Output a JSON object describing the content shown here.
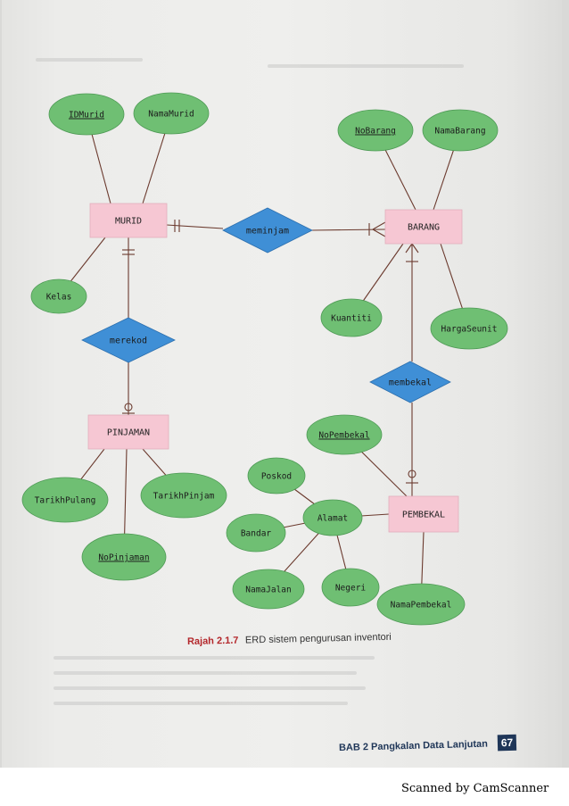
{
  "diagram": {
    "entities": [
      {
        "id": "murid",
        "label": "MURID"
      },
      {
        "id": "barang",
        "label": "BARANG"
      },
      {
        "id": "pinjaman",
        "label": "PINJAMAN"
      },
      {
        "id": "pembekal",
        "label": "PEMBEKAL"
      }
    ],
    "relationships": [
      {
        "id": "meminjam",
        "label": "meminjam"
      },
      {
        "id": "merekod",
        "label": "merekod"
      },
      {
        "id": "membekal",
        "label": "membekal"
      }
    ],
    "attributes": [
      {
        "id": "idmurid",
        "label": "IDMurid",
        "key": true
      },
      {
        "id": "namamurid",
        "label": "NamaMurid",
        "key": false
      },
      {
        "id": "kelas",
        "label": "Kelas",
        "key": false
      },
      {
        "id": "nobarang",
        "label": "NoBarang",
        "key": true
      },
      {
        "id": "namabarang",
        "label": "NamaBarang",
        "key": false
      },
      {
        "id": "kuantiti",
        "label": "Kuantiti",
        "key": false
      },
      {
        "id": "hargaseunit",
        "label": "HargaSeunit",
        "key": false
      },
      {
        "id": "tarikhpulang",
        "label": "TarikhPulang",
        "key": false
      },
      {
        "id": "tarikhpinjam",
        "label": "TarikhPinjam",
        "key": false
      },
      {
        "id": "nopinjaman",
        "label": "NoPinjaman",
        "key": true
      },
      {
        "id": "nopembekal",
        "label": "NoPembekal",
        "key": true
      },
      {
        "id": "poskod",
        "label": "Poskod",
        "key": false
      },
      {
        "id": "alamat",
        "label": "Alamat",
        "key": false
      },
      {
        "id": "bandar",
        "label": "Bandar",
        "key": false
      },
      {
        "id": "namajalan",
        "label": "NamaJalan",
        "key": false
      },
      {
        "id": "negeri",
        "label": "Negeri",
        "key": false
      },
      {
        "id": "namapembekal",
        "label": "NamaPembekal",
        "key": false
      }
    ],
    "colors": {
      "entity_fill": "#f6c7d3",
      "attribute_fill": "#6fbf73",
      "attribute_stroke": "#4e9a55",
      "relationship_fill": "#3f8fd6",
      "line": "#6b3a2e"
    }
  },
  "caption": {
    "number": "Rajah 2.1.7",
    "text": "ERD sistem pengurusan inventori"
  },
  "footer": {
    "chapter": "BAB 2",
    "title": "Pangkalan Data Lanjutan",
    "page_number": "67"
  },
  "watermark": "Scanned by CamScanner"
}
